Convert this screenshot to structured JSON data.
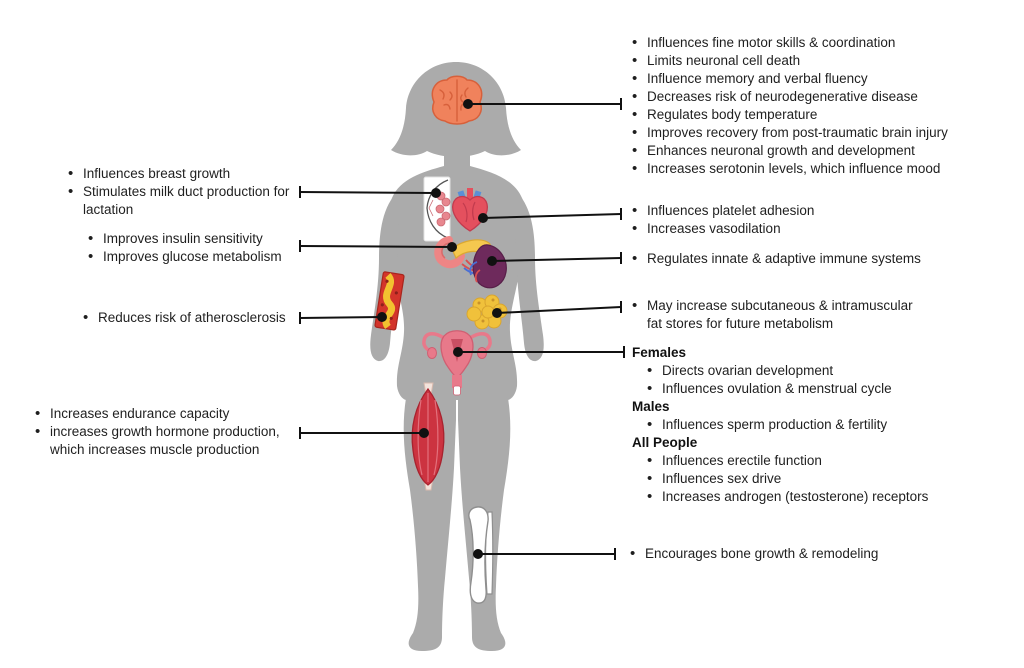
{
  "lists": {
    "brain": {
      "items": [
        "Influences fine motor skills & coordination",
        "Limits neuronal cell death",
        "Influence memory and verbal fluency",
        "Decreases risk of neurodegenerative disease",
        "Regulates body temperature",
        "Improves recovery from post-traumatic brain injury",
        "Enhances neuronal growth and development",
        "Increases serotonin levels, which influence mood"
      ]
    },
    "breast": {
      "items": [
        "Influences breast growth",
        "Stimulates milk duct production for lactation"
      ]
    },
    "insulin": {
      "items": [
        "Improves insulin sensitivity",
        "Improves glucose metabolism"
      ]
    },
    "artery": {
      "items": [
        "Reduces risk of atherosclerosis"
      ]
    },
    "muscle": {
      "items": [
        "Increases endurance capacity",
        "increases growth hormone production, which increases muscle production"
      ]
    },
    "heart": {
      "items": [
        "Influences platelet adhesion",
        "Increases vasodilation"
      ]
    },
    "spleen": {
      "items": [
        "Regulates innate & adaptive immune systems"
      ]
    },
    "fat": {
      "items": [
        "May increase subcutaneous & intramuscular fat stores for future metabolism"
      ]
    },
    "reproductive": {
      "groups": [
        {
          "heading": "Females",
          "items": [
            "Directs ovarian development",
            "Influences ovulation & menstrual cycle"
          ]
        },
        {
          "heading": "Males",
          "items": [
            "Influences sperm production & fertility"
          ]
        },
        {
          "heading": "All People",
          "items": [
            "Influences erectile function",
            "Influences sex drive",
            "Increases androgen (testosterone) receptors"
          ]
        }
      ]
    },
    "bone": {
      "items": [
        "Encourages bone growth & remodeling"
      ]
    }
  },
  "icons": {
    "brain": "orange-brain-shape",
    "mammary_gland": "breast-duct-diagram-card",
    "heart": "red-heart-with-vessels",
    "pancreas": "yellow-pancreas-with-duodenum",
    "spleen": "purple-spleen-bean",
    "artery": "artery-section-with-plaque",
    "fat_cells": "yellow-adipose-cell-cluster",
    "uterus": "pink-uterus-with-ovaries",
    "muscle": "red-fusiform-muscle",
    "bone": "white-tibia-fibula"
  },
  "colors": {
    "background": "#ffffff",
    "silhouette": "#ABABAB",
    "connector": "#111111",
    "text": "#1f1f1f",
    "brain": "#F0825C",
    "heart": "#E4505E",
    "mammary_lobules": "#E8878F",
    "pancreas": "#F5C84F",
    "spleen": "#6E2A5C",
    "artery_wall": "#D3342B",
    "artery_plaque": "#F2C230",
    "fat": "#F0C13B",
    "uterus": "#E8798A",
    "muscle": "#CC3340",
    "bone": "#FFFFFF"
  }
}
